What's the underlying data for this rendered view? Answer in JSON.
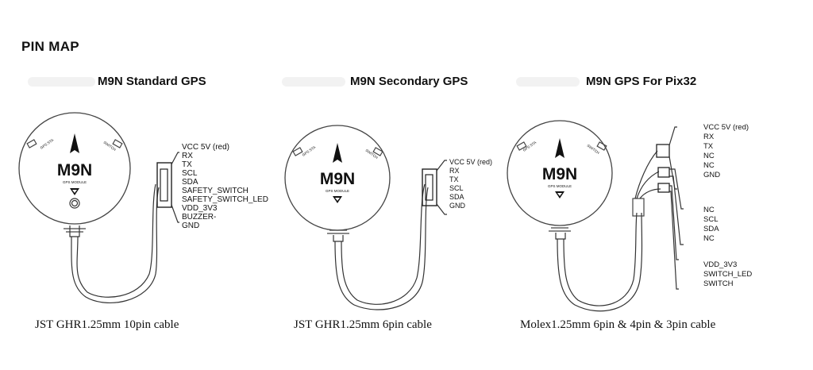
{
  "page_title": "PIN MAP",
  "panels": [
    {
      "title": "M9N Standard GPS",
      "pins": [
        "VCC 5V  (red)",
        "RX",
        "TX",
        "SCL",
        "SDA",
        "SAFETY_SWITCH",
        "SAFETY_SWITCH_LED",
        "VDD_3V3",
        "BUZZER-",
        "GND"
      ],
      "caption": "JST GHR1.25mm 10pin cable"
    },
    {
      "title": "M9N Secondary GPS",
      "pins": [
        "VCC 5V (red)",
        "RX",
        "TX",
        "SCL",
        "SDA",
        "GND"
      ],
      "caption": "JST GHR1.25mm 6pin cable"
    },
    {
      "title": "M9N GPS  For Pix32",
      "pin_groups": [
        [
          "VCC 5V (red)",
          "RX",
          "TX",
          "NC",
          "NC",
          "GND"
        ],
        [
          "NC",
          "SCL",
          "SDA",
          "NC"
        ],
        [
          "VDD_3V3",
          "SWITCH_LED",
          "SWITCH"
        ]
      ],
      "caption": "Molex1.25mm 6pin & 4pin & 3pin cable"
    }
  ],
  "module": {
    "logo": "M9N",
    "subtitle": "GPS MODULE",
    "left_label": "GPS STA",
    "right_label": "SWITCH"
  }
}
